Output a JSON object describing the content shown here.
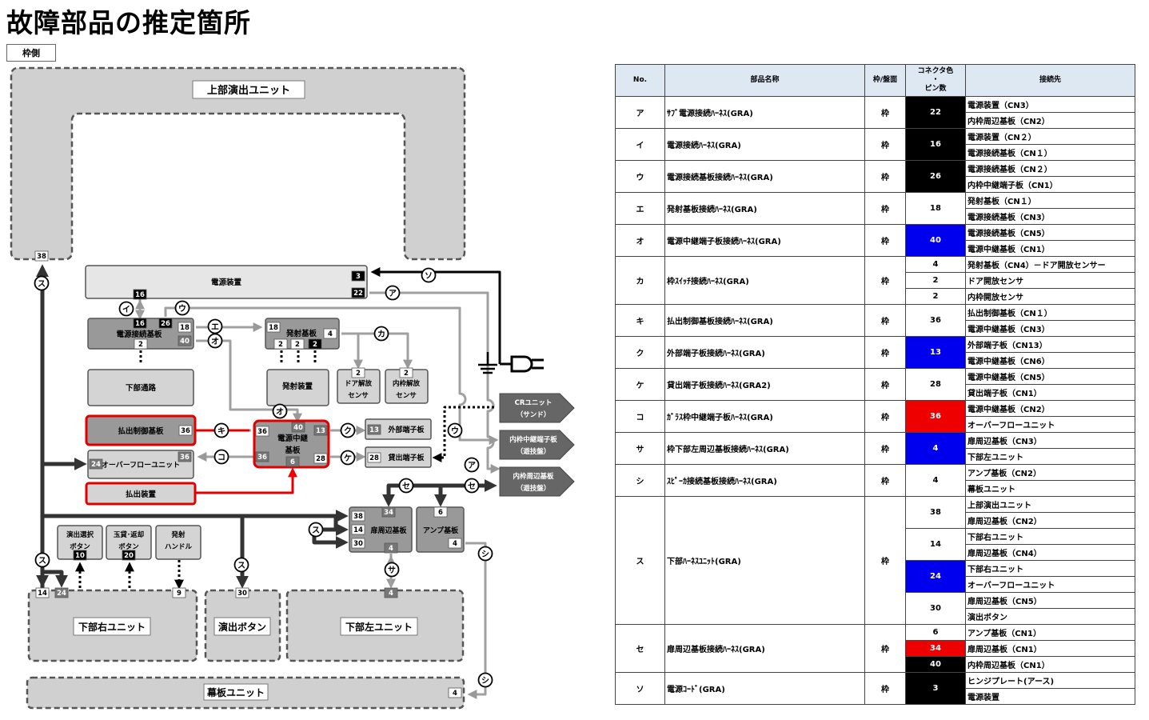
{
  "page": {
    "title": "故障部品の推定箇所",
    "tag": "枠側"
  },
  "diagram": {
    "boxes": {
      "upper_unit": "上部演出ユニット",
      "psu": "電源装置",
      "psu_conn": "電源接続基板",
      "launch_board": "発射基板",
      "lower_passage": "下部通路",
      "launch_device": "発射装置",
      "door_sensor_1": "ドア解放",
      "door_sensor_2": "センサ",
      "inner_sensor_1": "内枠解放",
      "inner_sensor_2": "センサ",
      "payout_ctrl": "払出制御基板",
      "relay_1": "電源中継",
      "relay_2": "基板",
      "ext_terminal": "外部端子板",
      "rental_terminal": "貸出端子板",
      "overflow": "オーバーフローユニット",
      "payout_device": "払出装置",
      "door_board": "扉周辺基板",
      "amp_board": "アンプ基板",
      "btn_select_1": "演出選択",
      "btn_select_2": "ボタン",
      "btn_ball_1": "玉貸･返却",
      "btn_ball_2": "ボタン",
      "handle_1": "発射",
      "handle_2": "ハンドル",
      "lower_right": "下部右ユニット",
      "effect_btn": "演出ボタン",
      "lower_left": "下部左ユニット",
      "curtain": "幕板ユニット",
      "cr_1": "CRユニット",
      "cr_2": "（サンド）",
      "inner_relay_1": "内枠中継端子板",
      "inner_relay_2": "（遊技盤）",
      "inner_periph_1": "内枠周辺基板",
      "inner_periph_2": "（遊技盤）"
    },
    "pins": {
      "p38a": "38",
      "p3": "3",
      "p22": "22",
      "p16a": "16",
      "p16b": "16",
      "p26": "26",
      "p18a": "18",
      "p40a": "40",
      "p2a": "2",
      "p18b": "18",
      "p4a": "4",
      "p2b": "2",
      "p2c": "2",
      "p2d": "2",
      "p2e": "2",
      "p2f": "2",
      "p36a": "36",
      "p40b": "40",
      "p36b": "36",
      "p13a": "13",
      "p36c": "36",
      "p28a": "28",
      "p6a": "6",
      "p13b": "13",
      "p28b": "28",
      "p24a": "24",
      "p36d": "36",
      "p38b": "38",
      "p34": "34",
      "p14a": "14",
      "p30a": "30",
      "p4b": "4",
      "p6b": "6",
      "p4c": "4",
      "p10": "10",
      "p20": "20",
      "p9": "9",
      "p14b": "14",
      "p24b": "24",
      "p30b": "30",
      "p4d": "4",
      "p4e": "4"
    },
    "labels": {
      "su1": "ス",
      "so": "ソ",
      "a1": "ア",
      "i": "イ",
      "u1": "ウ",
      "e": "エ",
      "o1": "オ",
      "ka": "カ",
      "o2": "オ",
      "ki": "キ",
      "ku": "ク",
      "ko": "コ",
      "ke": "ケ",
      "u2": "ウ",
      "a2": "ア",
      "se1": "セ",
      "se2": "セ",
      "su2": "ス",
      "sa": "サ",
      "shi1": "シ",
      "su3": "ス",
      "su4": "ス",
      "shi2": "シ"
    },
    "colors": {
      "fault": "#e00000",
      "black_line": "#333333",
      "gray_line": "#a0a0a0"
    }
  },
  "table": {
    "headers": {
      "no": "No.",
      "name": "部品名称",
      "side": "枠/盤面",
      "conn_1": "コネクタ色",
      "conn_2": "・",
      "conn_3": "ピン数",
      "dest": "接続先"
    },
    "rows": [
      {
        "no": "ア",
        "name": "ｻﾌﾞ電源接続ﾊｰﾈｽ(GRA)",
        "side": "枠",
        "conns": [
          {
            "pins": "22",
            "color": "black",
            "dests": [
              "電源装置（CN3）",
              "内枠周辺基板（CN2）"
            ]
          }
        ]
      },
      {
        "no": "イ",
        "name": "電源接続ﾊｰﾈｽ(GRA)",
        "side": "枠",
        "conns": [
          {
            "pins": "16",
            "color": "black",
            "dests": [
              "電源装置（CN２）",
              "電源接続基板（CN１）"
            ]
          }
        ]
      },
      {
        "no": "ウ",
        "name": "電源接続基板接続ﾊｰﾈｽ(GRA)",
        "side": "枠",
        "conns": [
          {
            "pins": "26",
            "color": "black",
            "dests": [
              "電源接続基板（CN２）",
              "内枠中継端子板（CN1）"
            ]
          }
        ]
      },
      {
        "no": "エ",
        "name": "発射基板接続ﾊｰﾈｽ(GRA)",
        "side": "枠",
        "conns": [
          {
            "pins": "18",
            "color": "white",
            "dests": [
              "発射基板（CN１）",
              "電源接続基板（CN3）"
            ]
          }
        ]
      },
      {
        "no": "オ",
        "name": "電源中継端子板接続ﾊｰﾈｽ(GRA)",
        "side": "枠",
        "conns": [
          {
            "pins": "40",
            "color": "blue",
            "dests": [
              "電源接続基板（CN5）",
              "電源中継基板（CN1）"
            ]
          }
        ]
      },
      {
        "no": "カ",
        "name": "枠ｽｲｯﾁ接続ﾊｰﾈｽ(GRA)",
        "side": "枠",
        "conns": [
          {
            "pins": "4",
            "color": "white",
            "dests": [
              "発射基板（CN4）－ドア開放センサー"
            ]
          },
          {
            "pins": "2",
            "color": "white",
            "dests": [
              "ドア開放センサ"
            ]
          },
          {
            "pins": "2",
            "color": "white",
            "dests": [
              "内枠開放センサ"
            ]
          }
        ]
      },
      {
        "no": "キ",
        "name": "払出制御基板接続ﾊｰﾈｽ(GRA)",
        "side": "枠",
        "conns": [
          {
            "pins": "36",
            "color": "white",
            "dests": [
              "払出制御基板（CN１）",
              "電源中継基板（CN3）"
            ]
          }
        ]
      },
      {
        "no": "ク",
        "name": "外部端子板接続ﾊｰﾈｽ(GRA)",
        "side": "枠",
        "conns": [
          {
            "pins": "13",
            "color": "blue",
            "dests": [
              "外部端子板（CN13）",
              "電源中継基板（CN6）"
            ]
          }
        ]
      },
      {
        "no": "ケ",
        "name": "貸出端子板接続ﾊｰﾈｽ(GRA2)",
        "side": "枠",
        "conns": [
          {
            "pins": "28",
            "color": "white",
            "dests": [
              "電源中継基板（CN5）",
              "貸出端子板（CN1）"
            ]
          }
        ]
      },
      {
        "no": "コ",
        "name": "ｶﾞﾗｽ枠中継端子板ﾊｰﾈｽ(GRA)",
        "side": "枠",
        "conns": [
          {
            "pins": "36",
            "color": "red",
            "dests": [
              "電源中継基板（CN2）",
              "オーバーフローユニット"
            ]
          }
        ]
      },
      {
        "no": "サ",
        "name": "枠下部左周辺基板接続ﾊｰﾈｽ(GRA)",
        "side": "枠",
        "conns": [
          {
            "pins": "4",
            "color": "blue",
            "dests": [
              "扉周辺基板（CN3）",
              "下部左ユニット"
            ]
          }
        ]
      },
      {
        "no": "シ",
        "name": "ｽﾋﾟｰｶ接続基板接続ﾊｰﾈｽ(GRA)",
        "side": "枠",
        "conns": [
          {
            "pins": "4",
            "color": "white",
            "dests": [
              "アンプ基板（CN2）",
              "幕板ユニット"
            ]
          }
        ]
      },
      {
        "no": "ス",
        "name": "下部ﾊｰﾈｽﾕﾆｯﾄ(GRA)",
        "side": "枠",
        "conns": [
          {
            "pins": "38",
            "color": "white",
            "dests": [
              "上部演出ユニット",
              "扉周辺基板（CN2）"
            ]
          },
          {
            "pins": "14",
            "color": "white",
            "dests": [
              "下部右ユニット",
              "扉周辺基板（CN4）"
            ]
          },
          {
            "pins": "24",
            "color": "blue",
            "dests": [
              "下部右ユニット",
              "オーバーフローユニット"
            ]
          },
          {
            "pins": "30",
            "color": "white",
            "dests": [
              "扉周辺基板（CN5）",
              "演出ボタン"
            ]
          }
        ]
      },
      {
        "no": "セ",
        "name": "扉周辺基板接続ﾊｰﾈｽ(GRA)",
        "side": "枠",
        "conns": [
          {
            "pins": "6",
            "color": "white",
            "dests": [
              "アンプ基板（CN1）"
            ]
          },
          {
            "pins": "34",
            "color": "red",
            "dests": [
              "扉周辺基板（CN1）"
            ]
          },
          {
            "pins": "40",
            "color": "black",
            "dests": [
              "内枠周辺基板（CN1）"
            ]
          }
        ]
      },
      {
        "no": "ソ",
        "name": "電源ｺｰﾄﾞ(GRA)",
        "side": "枠",
        "conns": [
          {
            "pins": "3",
            "color": "black",
            "dests": [
              "ヒンジプレート(アース)",
              "電源装置"
            ]
          }
        ]
      }
    ]
  }
}
